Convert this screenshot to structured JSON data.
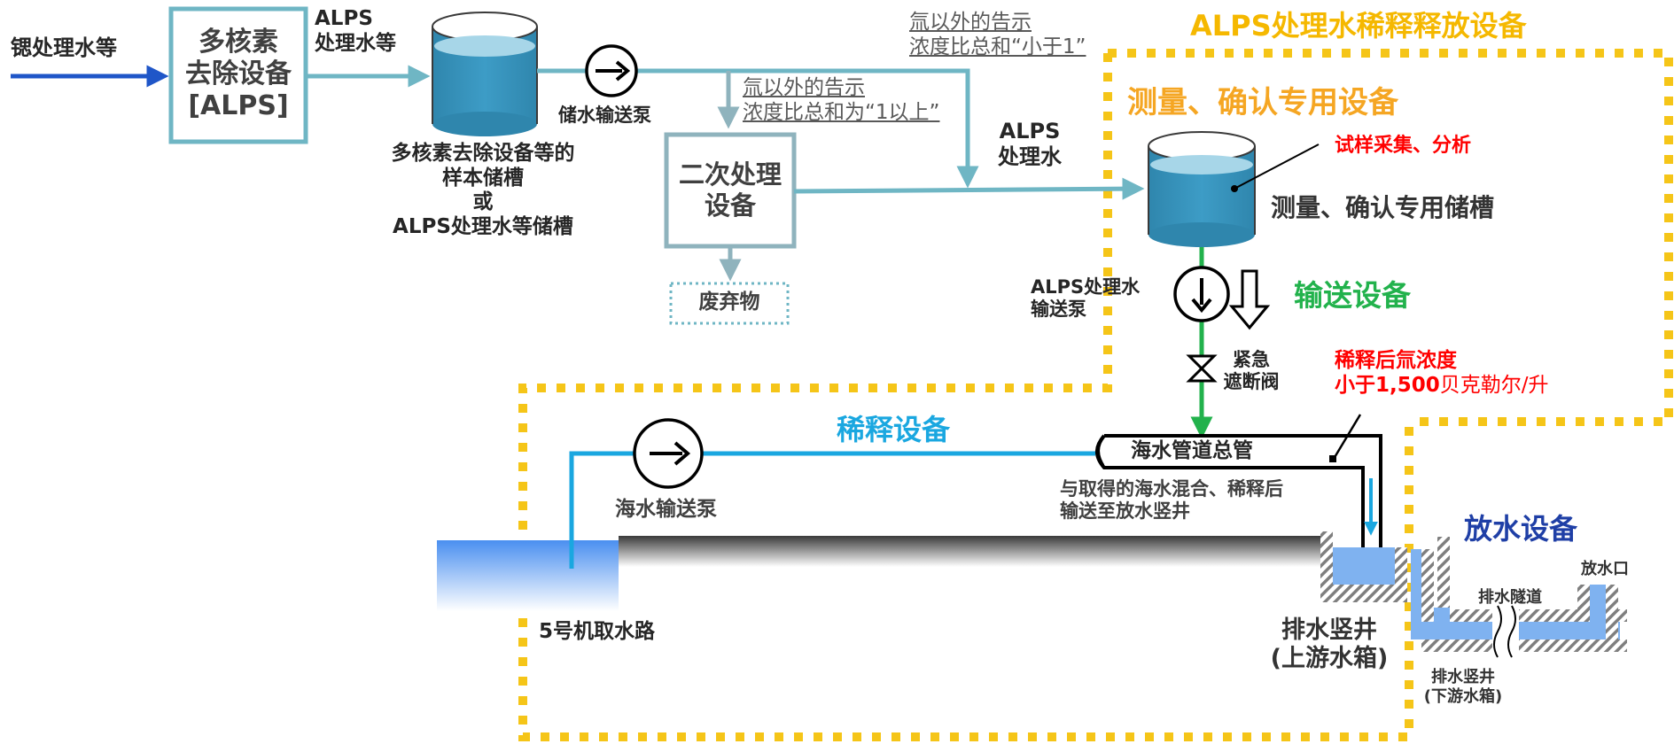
{
  "colors": {
    "teal": "#6fb6c4",
    "tank": "#3a96bd",
    "orange_border": "#f5c518",
    "green": "#22b24c",
    "cyan": "#1aa7e0",
    "navy_arrow": "#1f56c8",
    "red": "#ff0000",
    "sea": "#7fb2f0"
  },
  "labels": {
    "input_water": "锶处理水等",
    "alps_box_line1": "多核素",
    "alps_box_line2": "去除设备",
    "alps_box_line3": "[ALPS]",
    "alps_treated_line1": "ALPS",
    "alps_treated_line2": "处理水等",
    "storage_tank_line1": "多核素去除设备等的",
    "storage_tank_line2": "样本储槽",
    "storage_tank_line3": "或",
    "storage_tank_line4": "ALPS处理水等储槽",
    "storage_pump": "储水输送泵",
    "cond_low_line1": "氚以外的告示",
    "cond_low_line2": "浓度比总和“小于1”",
    "cond_high_line1": "氚以外的告示",
    "cond_high_line2": "浓度比总和为“1以上”",
    "secondary_line1": "二次处理",
    "secondary_line2": "设备",
    "waste": "废弃物",
    "alps_water_line1": "ALPS",
    "alps_water_line2": "处理水",
    "facility_title": "ALPS处理水稀释释放设备",
    "measure_title": "测量、确认专用设备",
    "sampling": "试样采集、分析",
    "measure_tank": "测量、确认专用储槽",
    "alps_pump_line1": "ALPS处理水",
    "alps_pump_line2": "输送泵",
    "transfer_title": "输送设备",
    "valve_line1": "紧急",
    "valve_line2": "遮断阀",
    "conc_line1": "稀释后氚浓度",
    "conc_value": "小于1,500",
    "conc_unit": "贝克勒尔/升",
    "dilution_title": "稀释设备",
    "header_pipe": "海水管道总管",
    "mix_line1": "与取得的海水混合、稀释后",
    "mix_line2": "输送至放水竖井",
    "sea_pump": "海水输送泵",
    "intake": "5号机取水路",
    "shaft_line1": "排水竖井",
    "shaft_line2": "(上游水箱)",
    "discharge_title": "放水设备",
    "outlet": "放水口",
    "tunnel": "排水隧道",
    "shaft_down_line1": "排水竖井",
    "shaft_down_line2": "(下游水箱)"
  }
}
